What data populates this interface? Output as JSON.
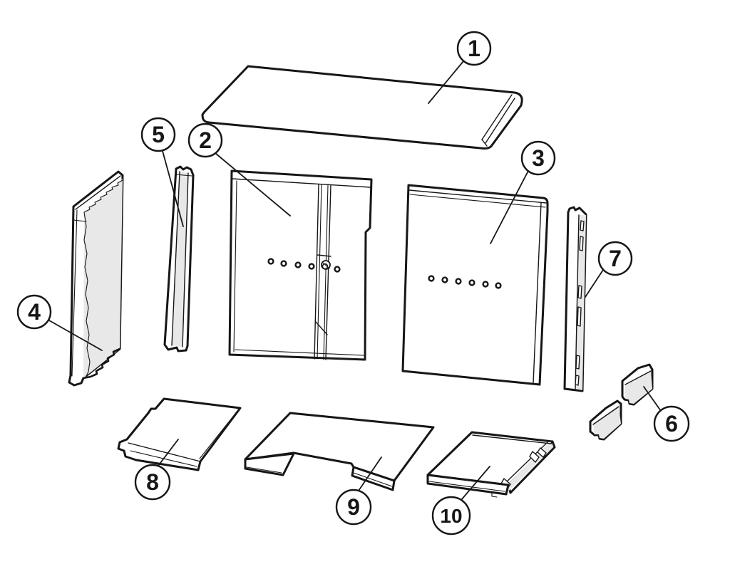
{
  "figure": {
    "background_color": "#ffffff",
    "line_color": "#161616",
    "shade_color": "#e8e8e8",
    "callout_count": "10"
  },
  "callouts": [
    {
      "label": "1"
    },
    {
      "label": "2"
    },
    {
      "label": "3"
    },
    {
      "label": "4"
    },
    {
      "label": "5"
    },
    {
      "label": "6"
    },
    {
      "label": "7"
    },
    {
      "label": "8"
    },
    {
      "label": "9"
    },
    {
      "label": "10"
    }
  ]
}
